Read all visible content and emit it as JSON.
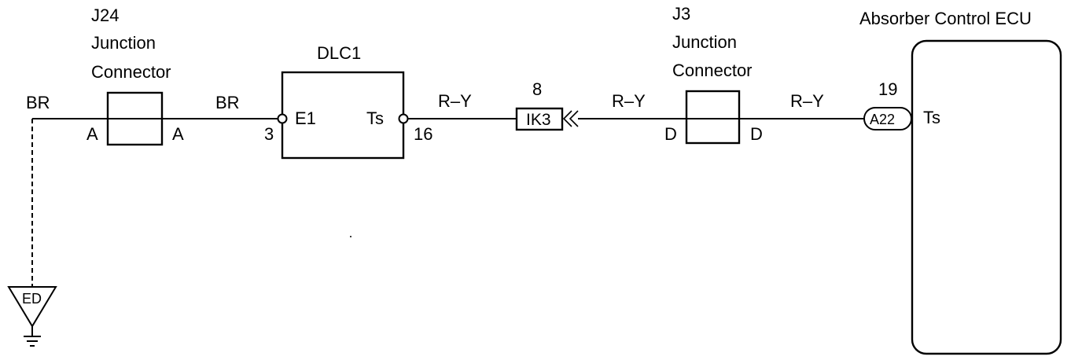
{
  "j24": {
    "name": "J24",
    "line1": "Junction",
    "line2": "Connector",
    "pin_left": "A",
    "pin_right": "A"
  },
  "dlc1": {
    "name": "DLC1",
    "pin_e1_label": "E1",
    "pin_e1_number": "3",
    "pin_ts_label": "Ts",
    "pin_ts_number": "16"
  },
  "j3": {
    "name": "J3",
    "line1": "Junction",
    "line2": "Connector",
    "pin_left": "D",
    "pin_right": "D"
  },
  "ecu": {
    "name": "Absorber Control ECU",
    "connector": "A22",
    "pin_number": "19",
    "pin_label": "Ts"
  },
  "connector_ik3": {
    "name": "IK3",
    "pin_number": "8"
  },
  "ground": {
    "name": "ED"
  },
  "wires": {
    "ground_to_j24": "BR",
    "j24_to_dlc1": "BR",
    "dlc1_to_ik3": "R–Y",
    "ik3_to_j3": "R–Y",
    "j3_to_ecu": "R–Y"
  },
  "icons": [
    "ground-symbol-icon",
    "connector-arrow-icon"
  ]
}
